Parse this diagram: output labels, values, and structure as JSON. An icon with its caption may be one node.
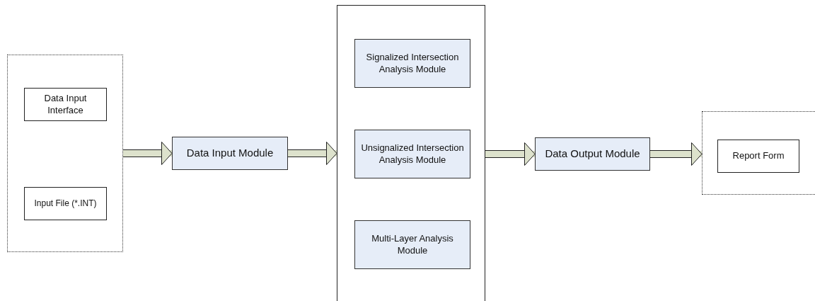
{
  "diagram": {
    "nodes": [
      {
        "text": [],
        "shape": "box"
      },
      {
        "text": [
          "Data Input Interface"
        ],
        "in": 0
      },
      {
        "text": [
          "Input File (*.INT)"
        ],
        "in": 0
      },
      {
        "text": [
          "Data Input Module"
        ]
      },
      {
        "text": [],
        "shape": "box"
      },
      {
        "text": [
          "Signalized Intersection Analysis Module"
        ],
        "in": 4
      },
      {
        "text": [
          "Unsignalized Intersection Analysis Module"
        ],
        "in": 4
      },
      {
        "text": [
          "Multi-Layer Analysis Module"
        ],
        "in": 4
      },
      {
        "text": [
          "Data Output Module"
        ]
      },
      {
        "text": [],
        "shape": "box"
      },
      {
        "text": [
          "Report Form"
        ],
        "in": 9
      }
    ],
    "edges": [
      {
        "from": 0,
        "to": 3,
        "arrow": "to"
      },
      {
        "from": 3,
        "to": 4,
        "arrow": "to"
      },
      {
        "from": 4,
        "to": 8,
        "arrow": "to"
      },
      {
        "from": 8,
        "to": 9,
        "arrow": "to"
      }
    ]
  }
}
